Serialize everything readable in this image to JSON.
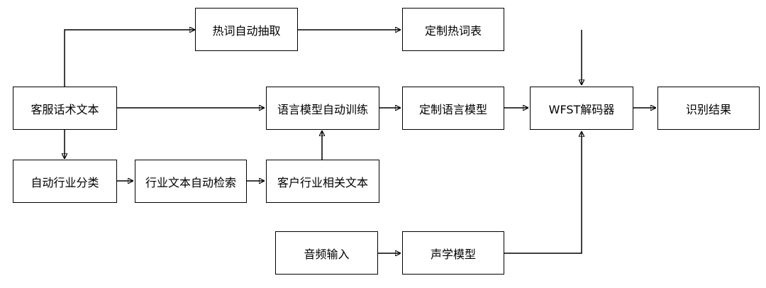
{
  "nodes": {
    "hotword_extract": "热词自动抽取",
    "custom_hotword_table": "定制热词表",
    "service_script_text": "客服话术文本",
    "lm_auto_training": "语言模型自动训练",
    "custom_lm": "定制语言模型",
    "wfst_decoder": "WFST解码器",
    "recognition_result": "识别结果",
    "auto_industry_classify": "自动行业分类",
    "industry_text_retrieval": "行业文本自动检索",
    "customer_industry_text": "客户行业相关文本",
    "audio_input": "音频输入",
    "acoustic_model": "声学模型"
  }
}
